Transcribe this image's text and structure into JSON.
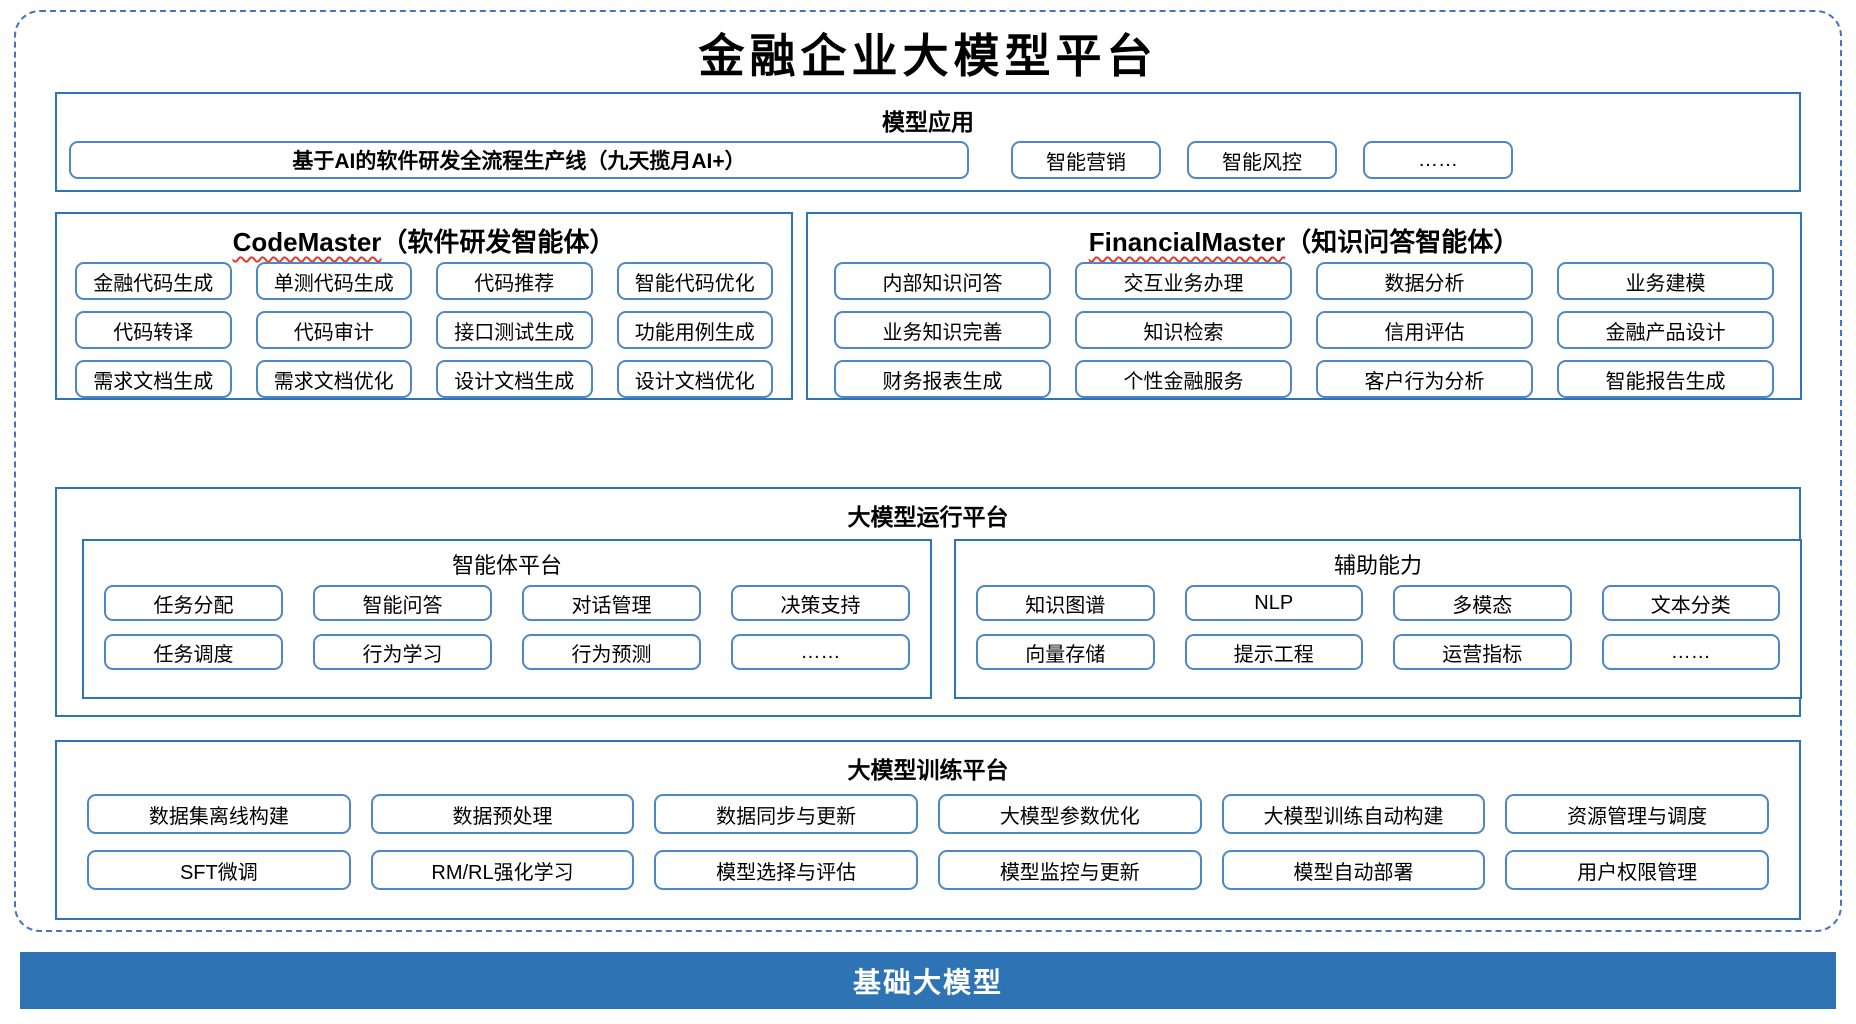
{
  "title": "金融企业大模型平台",
  "colors": {
    "section_border": "#2E75B6",
    "pill_border": "#4E87C5",
    "dashed_border": "#4472C4",
    "foundation_bar": "#2E74B5",
    "squiggle": "#E03C31"
  },
  "model_app": {
    "header": "模型应用",
    "main_item": "基于AI的软件研发全流程生产线（九天揽月AI+）",
    "items": [
      "智能营销",
      "智能风控",
      "……"
    ]
  },
  "codemaster": {
    "name": "CodeMaster",
    "suffix": "（软件研发智能体）",
    "items": [
      "金融代码生成",
      "单测代码生成",
      "代码推荐",
      "智能代码优化",
      "代码转译",
      "代码审计",
      "接口测试生成",
      "功能用例生成",
      "需求文档生成",
      "需求文档优化",
      "设计文档生成",
      "设计文档优化"
    ]
  },
  "financialmaster": {
    "name": "FinancialMaster",
    "suffix": "（知识问答智能体）",
    "items": [
      "内部知识问答",
      "交互业务办理",
      "数据分析",
      "业务建模",
      "业务知识完善",
      "知识检索",
      "信用评估",
      "金融产品设计",
      "财务报表生成",
      "个性金融服务",
      "客户行为分析",
      "智能报告生成"
    ]
  },
  "runtime_platform": {
    "header": "大模型运行平台",
    "agent_platform": {
      "header": "智能体平台",
      "items": [
        "任务分配",
        "智能问答",
        "对话管理",
        "决策支持",
        "任务调度",
        "行为学习",
        "行为预测",
        "……"
      ]
    },
    "aux_capability": {
      "header": "辅助能力",
      "items": [
        "知识图谱",
        "NLP",
        "多模态",
        "文本分类",
        "向量存储",
        "提示工程",
        "运营指标",
        "……"
      ]
    }
  },
  "training_platform": {
    "header": "大模型训练平台",
    "items": [
      "数据集离线构建",
      "数据预处理",
      "数据同步与更新",
      "大模型参数优化",
      "大模型训练自动构建",
      "资源管理与调度",
      "SFT微调",
      "RM/RL强化学习",
      "模型选择与评估",
      "模型监控与更新",
      "模型自动部署",
      "用户权限管理"
    ]
  },
  "foundation": {
    "label": "基础大模型"
  }
}
